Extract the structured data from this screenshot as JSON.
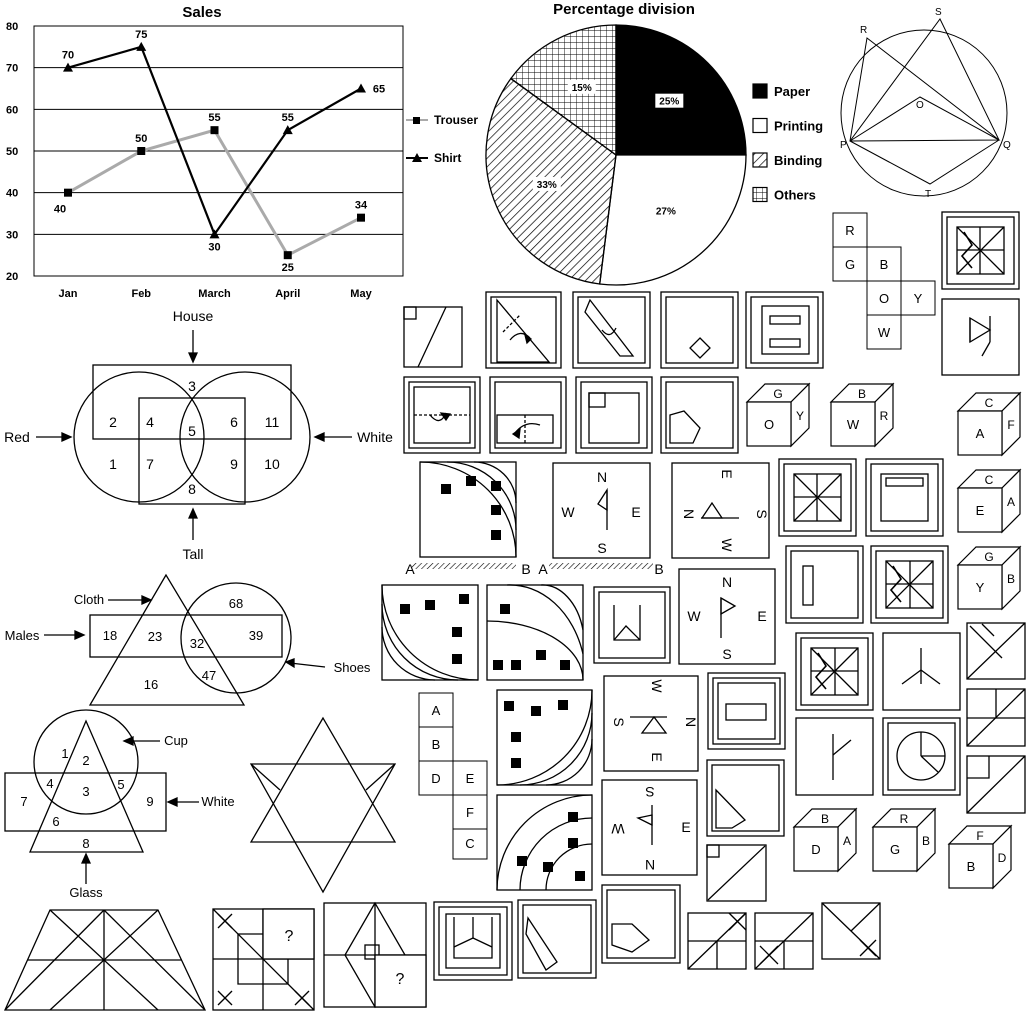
{
  "chart_data": [
    {
      "type": "line",
      "title": "Sales",
      "categories": [
        "Jan",
        "Feb",
        "March",
        "April",
        "May"
      ],
      "ylim": [
        20,
        80
      ],
      "yticks": [
        "20",
        "30",
        "40",
        "50",
        "60",
        "70",
        "80"
      ],
      "grid": true,
      "legend_position": "right",
      "series": [
        {
          "name": "Trouser",
          "values": [
            40,
            50,
            55,
            25,
            34
          ],
          "labels": [
            "40",
            "50",
            "55",
            "25",
            "34"
          ],
          "color": "#aaaaaa",
          "marker": "square"
        },
        {
          "name": "Shirt",
          "values": [
            70,
            75,
            30,
            55,
            65
          ],
          "labels": [
            "70",
            "75",
            "30",
            "55",
            "65"
          ],
          "color": "#000000",
          "marker": "triangle"
        }
      ]
    },
    {
      "type": "pie",
      "title": "Percentage division",
      "legend_position": "right",
      "slices": [
        {
          "name": "Paper",
          "value": 25,
          "label": "25%",
          "fill": "solid"
        },
        {
          "name": "Printing",
          "value": 27,
          "label": "27%",
          "fill": "white"
        },
        {
          "name": "Binding",
          "value": 33,
          "label": "33%",
          "fill": "hatch"
        },
        {
          "name": "Others",
          "value": 15,
          "label": "15%",
          "fill": "grid"
        }
      ]
    }
  ],
  "circle_figure": {
    "points": [
      "R",
      "S",
      "O",
      "P",
      "Q",
      "T"
    ]
  },
  "venn_house": {
    "labels": {
      "house": "House",
      "red": "Red",
      "white": "White",
      "tall": "Tall"
    },
    "numbers": [
      "3",
      "2",
      "4",
      "5",
      "6",
      "11",
      "1",
      "7",
      "9",
      "10",
      "8"
    ]
  },
  "venn_cloth": {
    "labels": {
      "cloth": "Cloth",
      "males": "Males",
      "shoes": "Shoes"
    },
    "numbers": [
      "68",
      "18",
      "23",
      "32",
      "39",
      "47",
      "16"
    ]
  },
  "venn_cup": {
    "labels": {
      "cup": "Cup",
      "white": "White",
      "glass": "Glass"
    },
    "numbers": [
      "1",
      "2",
      "4",
      "3",
      "5",
      "7",
      "6",
      "9",
      "8"
    ]
  },
  "cube_nets": {
    "net1": [
      "R",
      "G",
      "B",
      "O",
      "Y",
      "W"
    ],
    "net2": [
      "A",
      "B",
      "D",
      "E",
      "F",
      "C"
    ]
  },
  "cubes": [
    {
      "top": "G",
      "front": "O",
      "side": "Y"
    },
    {
      "top": "B",
      "front": "W",
      "side": "R"
    },
    {
      "top": "C",
      "front": "A",
      "side": "F"
    },
    {
      "top": "C",
      "front": "E",
      "side": "A"
    },
    {
      "top": "G",
      "front": "Y",
      "side": "B"
    },
    {
      "top": "B",
      "front": "D",
      "side": "A"
    },
    {
      "top": "R",
      "front": "G",
      "side": "B"
    },
    {
      "top": "F",
      "front": "B",
      "side": "D"
    }
  ],
  "compass": {
    "n": "N",
    "s": "S",
    "e": "E",
    "w": "W"
  },
  "mirror_labels": {
    "a": "A",
    "b": "B"
  },
  "question_mark": "?"
}
